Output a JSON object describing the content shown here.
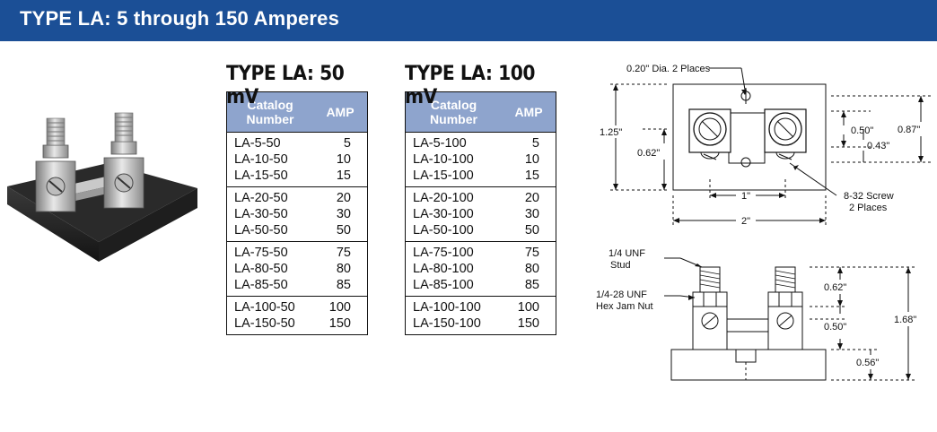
{
  "header": {
    "title": "TYPE LA: 5 through 150 Amperes"
  },
  "tables": [
    {
      "title": "TYPE LA: 50 mV",
      "col_catalog": "Catalog Number",
      "col_catalog_l1": "Catalog",
      "col_catalog_l2": "Number",
      "col_amp": "AMP",
      "groups": [
        [
          {
            "cat": "LA-5-50",
            "amp": "5"
          },
          {
            "cat": "LA-10-50",
            "amp": "10"
          },
          {
            "cat": "LA-15-50",
            "amp": "15"
          }
        ],
        [
          {
            "cat": "LA-20-50",
            "amp": "20"
          },
          {
            "cat": "LA-30-50",
            "amp": "30"
          },
          {
            "cat": "LA-50-50",
            "amp": "50"
          }
        ],
        [
          {
            "cat": "LA-75-50",
            "amp": "75"
          },
          {
            "cat": "LA-80-50",
            "amp": "80"
          },
          {
            "cat": "LA-85-50",
            "amp": "85"
          }
        ],
        [
          {
            "cat": "LA-100-50",
            "amp": "100"
          },
          {
            "cat": "LA-150-50",
            "amp": "150"
          }
        ]
      ]
    },
    {
      "title": "TYPE LA: 100 mV",
      "col_catalog_l1": "Catalog",
      "col_catalog_l2": "Number",
      "col_amp": "AMP",
      "groups": [
        [
          {
            "cat": "LA-5-100",
            "amp": "5"
          },
          {
            "cat": "LA-10-100",
            "amp": "10"
          },
          {
            "cat": "LA-15-100",
            "amp": "15"
          }
        ],
        [
          {
            "cat": "LA-20-100",
            "amp": "20"
          },
          {
            "cat": "LA-30-100",
            "amp": "30"
          },
          {
            "cat": "LA-50-100",
            "amp": "50"
          }
        ],
        [
          {
            "cat": "LA-75-100",
            "amp": "75"
          },
          {
            "cat": "LA-80-100",
            "amp": "80"
          },
          {
            "cat": "LA-85-100",
            "amp": "85"
          }
        ],
        [
          {
            "cat": "LA-100-100",
            "amp": "100"
          },
          {
            "cat": "LA-150-100",
            "amp": "150"
          }
        ]
      ]
    }
  ],
  "drawing": {
    "top_view": {
      "hole_label": "0.20\" Dia. 2 Places",
      "height_total": "1.25\"",
      "height_low": "0.62\"",
      "right_a": "0.50\"",
      "right_b": "0.87\"",
      "right_c": "0.43\"",
      "width_center": "1\"",
      "width_total": "2\"",
      "screw_l1": "8-32 Screw",
      "screw_l2": "2 Places"
    },
    "side_view": {
      "stud_l1": "1/4 UNF",
      "stud_l2": "Stud",
      "nut_l1": "1/4-28 UNF",
      "nut_l2": "Hex Jam Nut",
      "dim_a": "0.62\"",
      "dim_b": "0.50\"",
      "dim_c": "0.56\"",
      "dim_total": "1.68\""
    }
  }
}
